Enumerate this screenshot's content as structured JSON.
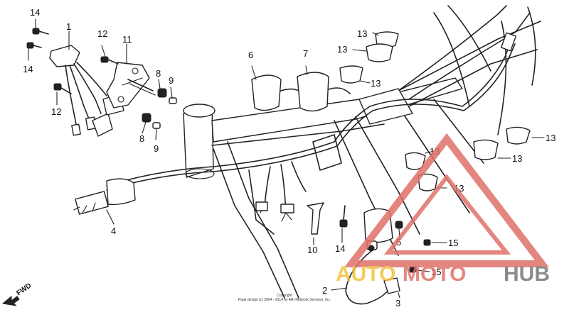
{
  "callouts": {
    "c1": "1",
    "c2": "2",
    "c3": "3",
    "c4": "4",
    "c5": "5",
    "c6": "6",
    "c7": "7",
    "c8a": "8",
    "c8b": "8",
    "c9a": "9",
    "c9b": "9",
    "c10": "10",
    "c11": "11",
    "c12a": "12",
    "c12b": "12",
    "c13a": "13",
    "c13b": "13",
    "c13c": "13",
    "c13d": "13",
    "c13e": "13",
    "c13f": "13",
    "c13g": "13",
    "c14a": "14",
    "c14b": "14",
    "c14c": "14",
    "c15a": "15",
    "c15b": "15"
  },
  "fwd_label": "FWD",
  "copyright": {
    "line1": "Copyright",
    "line2": "Page design (c) 2004 - 2014 by ARI Network Services, Inc."
  },
  "watermark": {
    "auto": "AUTO",
    "moto": "MOTO",
    "hub": "HUB",
    "colors": {
      "auto": "#f2c23a",
      "moto": "#e0726a",
      "hub": "#777777",
      "triangle": "#e0726a"
    }
  }
}
